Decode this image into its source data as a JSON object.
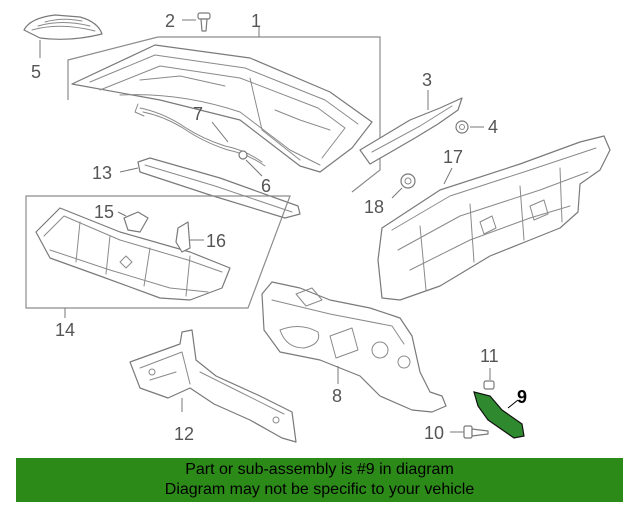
{
  "callouts": {
    "c1": "1",
    "c2": "2",
    "c3": "3",
    "c4": "4",
    "c5": "5",
    "c6": "6",
    "c7": "7",
    "c8": "8",
    "c9": "9",
    "c10": "10",
    "c11": "11",
    "c12": "12",
    "c13": "13",
    "c14": "14",
    "c15": "15",
    "c16": "16",
    "c17": "17",
    "c18": "18"
  },
  "highlight": {
    "part_number": "9",
    "color": "#2f8a2f"
  },
  "banner": {
    "line1": "Part or sub-assembly is #9 in diagram",
    "line2": "Diagram may not be specific to your vehicle",
    "color": "#2c8a19"
  }
}
